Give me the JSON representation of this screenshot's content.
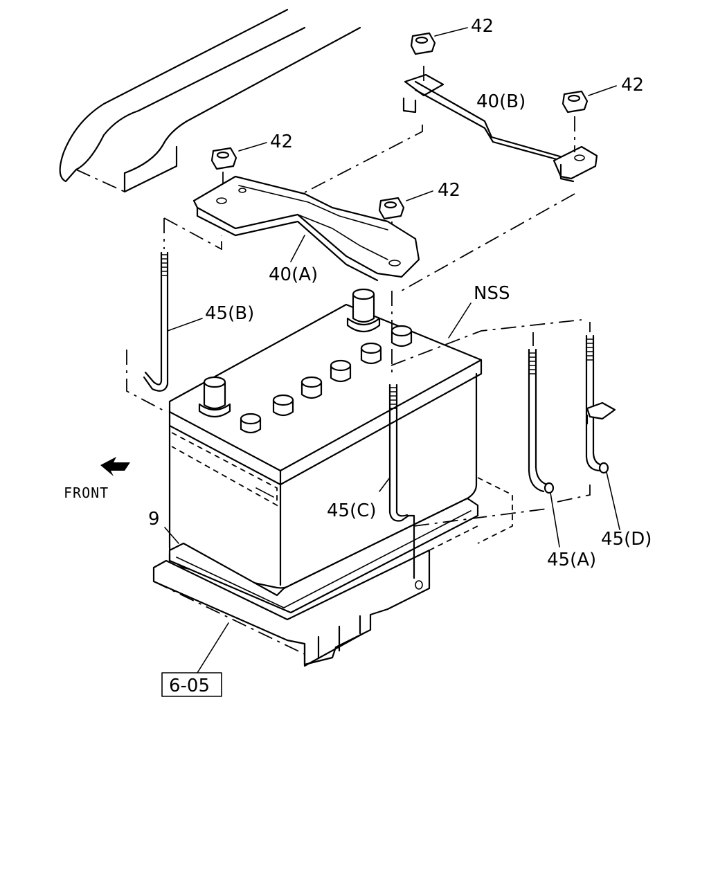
{
  "labels": {
    "nut_top": "42",
    "nut_right": "42",
    "nut_left": "42",
    "nut_center": "42",
    "bracket_b": "40(B)",
    "bracket_a": "40(A)",
    "bolt_b": "45(B)",
    "bolt_c": "45(C)",
    "bolt_a": "45(A)",
    "bolt_d": "45(D)",
    "battery": "NSS",
    "tray": "9",
    "front": "FRONT",
    "ref": "6-05"
  },
  "colors": {
    "ink": "#000000",
    "paper": "#ffffff"
  },
  "icons": {
    "front_arrow": "arrow-front-icon"
  }
}
